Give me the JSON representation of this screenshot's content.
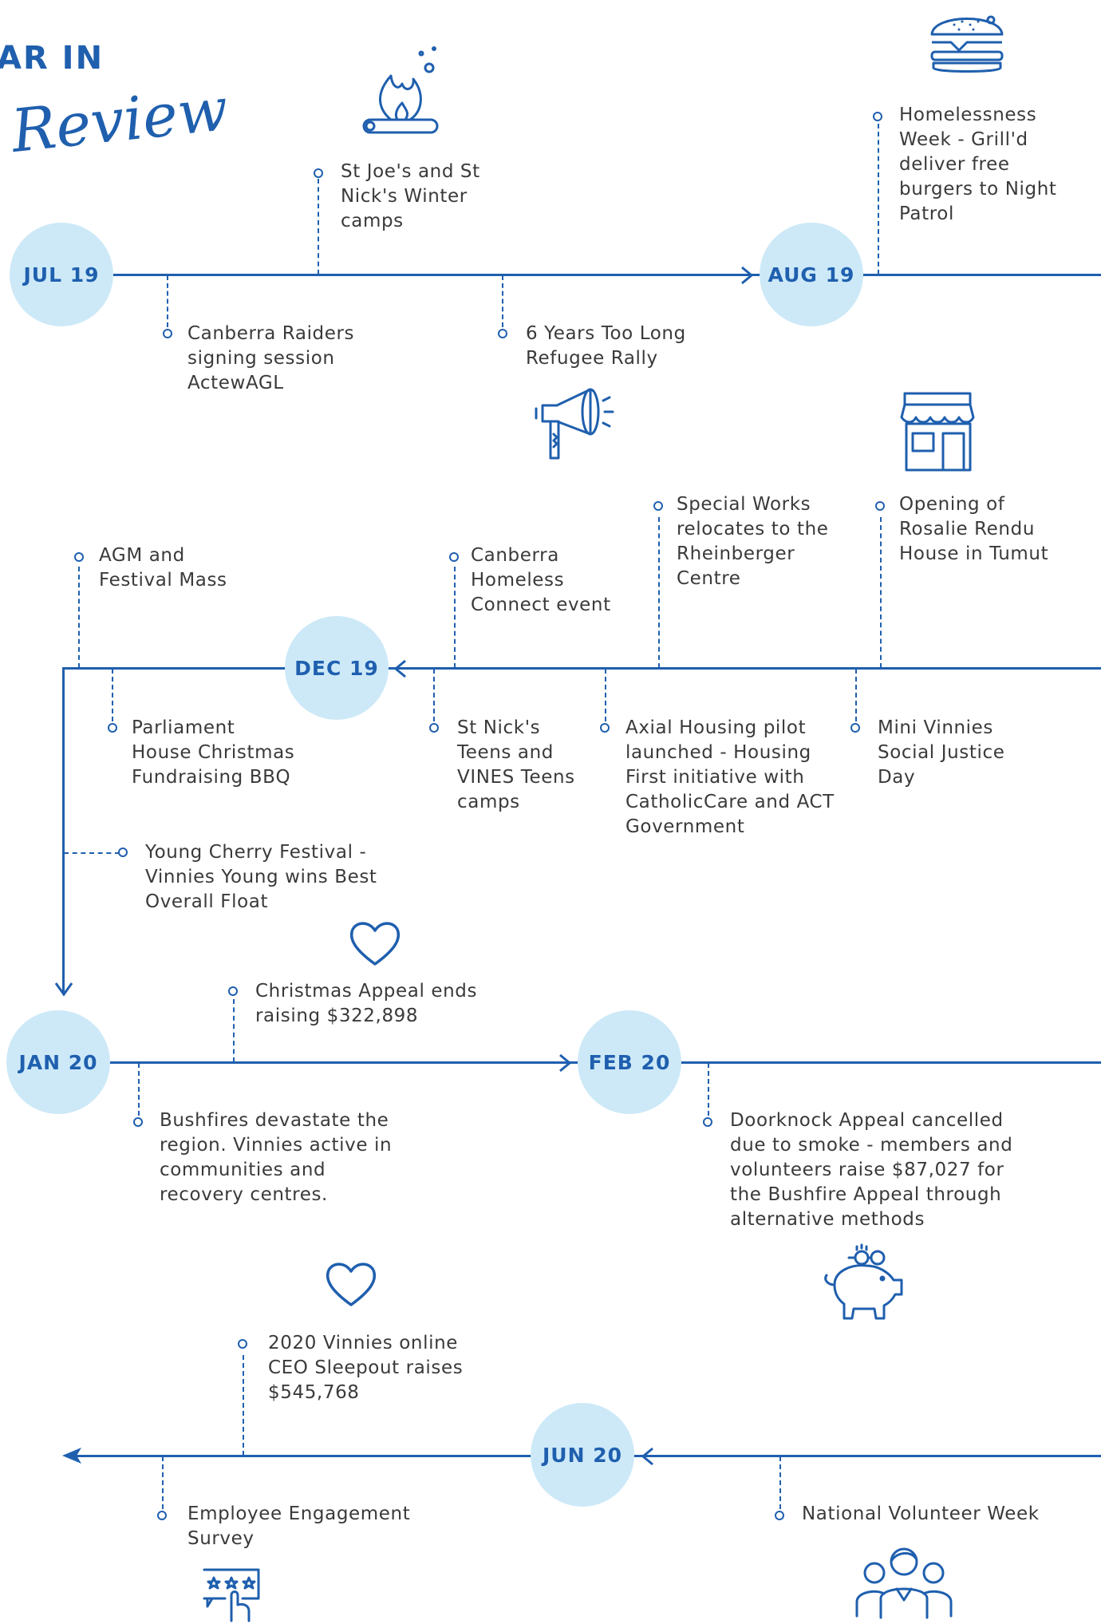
{
  "header": {
    "line1": "AR IN",
    "line2": "Review"
  },
  "months": {
    "jul19": "JUL 19",
    "aug19": "AUG 19",
    "dec19": "DEC 19",
    "jan20": "JAN 20",
    "feb20": "FEB 20",
    "jun20": "JUN 20"
  },
  "events": {
    "winter_camps": "St Joe's and St Nick's Winter camps",
    "raiders": "Canberra Raiders signing session ActewAGL",
    "refugee_rally": "6 Years Too Long Refugee Rally",
    "homelessness_week": "Homelessness Week - Grill'd deliver free burgers to Night Patrol",
    "special_works": "Special Works relocates to the Rheinberger Centre",
    "rosalie_rendu": "Opening of Rosalie Rendu House in Tumut",
    "agm": "AGM and Festival Mass",
    "homeless_connect": "Canberra Homeless Connect event",
    "parliament_bbq": "Parliament House Christmas Fundraising BBQ",
    "teens_camps": "St Nick's Teens and VINES Teens camps",
    "axial_housing": "Axial Housing pilot launched - Housing First initiative with CatholicCare and ACT Government",
    "mini_vinnies": "Mini Vinnies Social Justice Day",
    "cherry_festival": "Young Cherry Festival - Vinnies Young wins Best Overall Float",
    "christmas_appeal": "Christmas Appeal ends raising $322,898",
    "bushfires": "Bushfires devastate the region. Vinnies active in communities and recovery centres.",
    "doorknock": "Doorknock Appeal cancelled due to smoke - members and volunteers raise $87,027 for the Bushfire Appeal through alternative methods",
    "ceo_sleepout": "2020 Vinnies online CEO Sleepout raises $545,768",
    "employee_survey": "Employee Engagement Survey",
    "volunteer_week": "National Volunteer Week"
  },
  "icons": {
    "campfire": "campfire-icon",
    "burger": "burger-icon",
    "megaphone": "megaphone-icon",
    "shop": "shop-icon",
    "heart": "heart-icon",
    "piggy_bank": "piggy-bank-icon",
    "rating": "rating-hand-icon",
    "people": "people-group-icon"
  },
  "colors": {
    "primary": "#1f5fae",
    "circle": "#cde9f8",
    "text": "#3a3a3a"
  }
}
